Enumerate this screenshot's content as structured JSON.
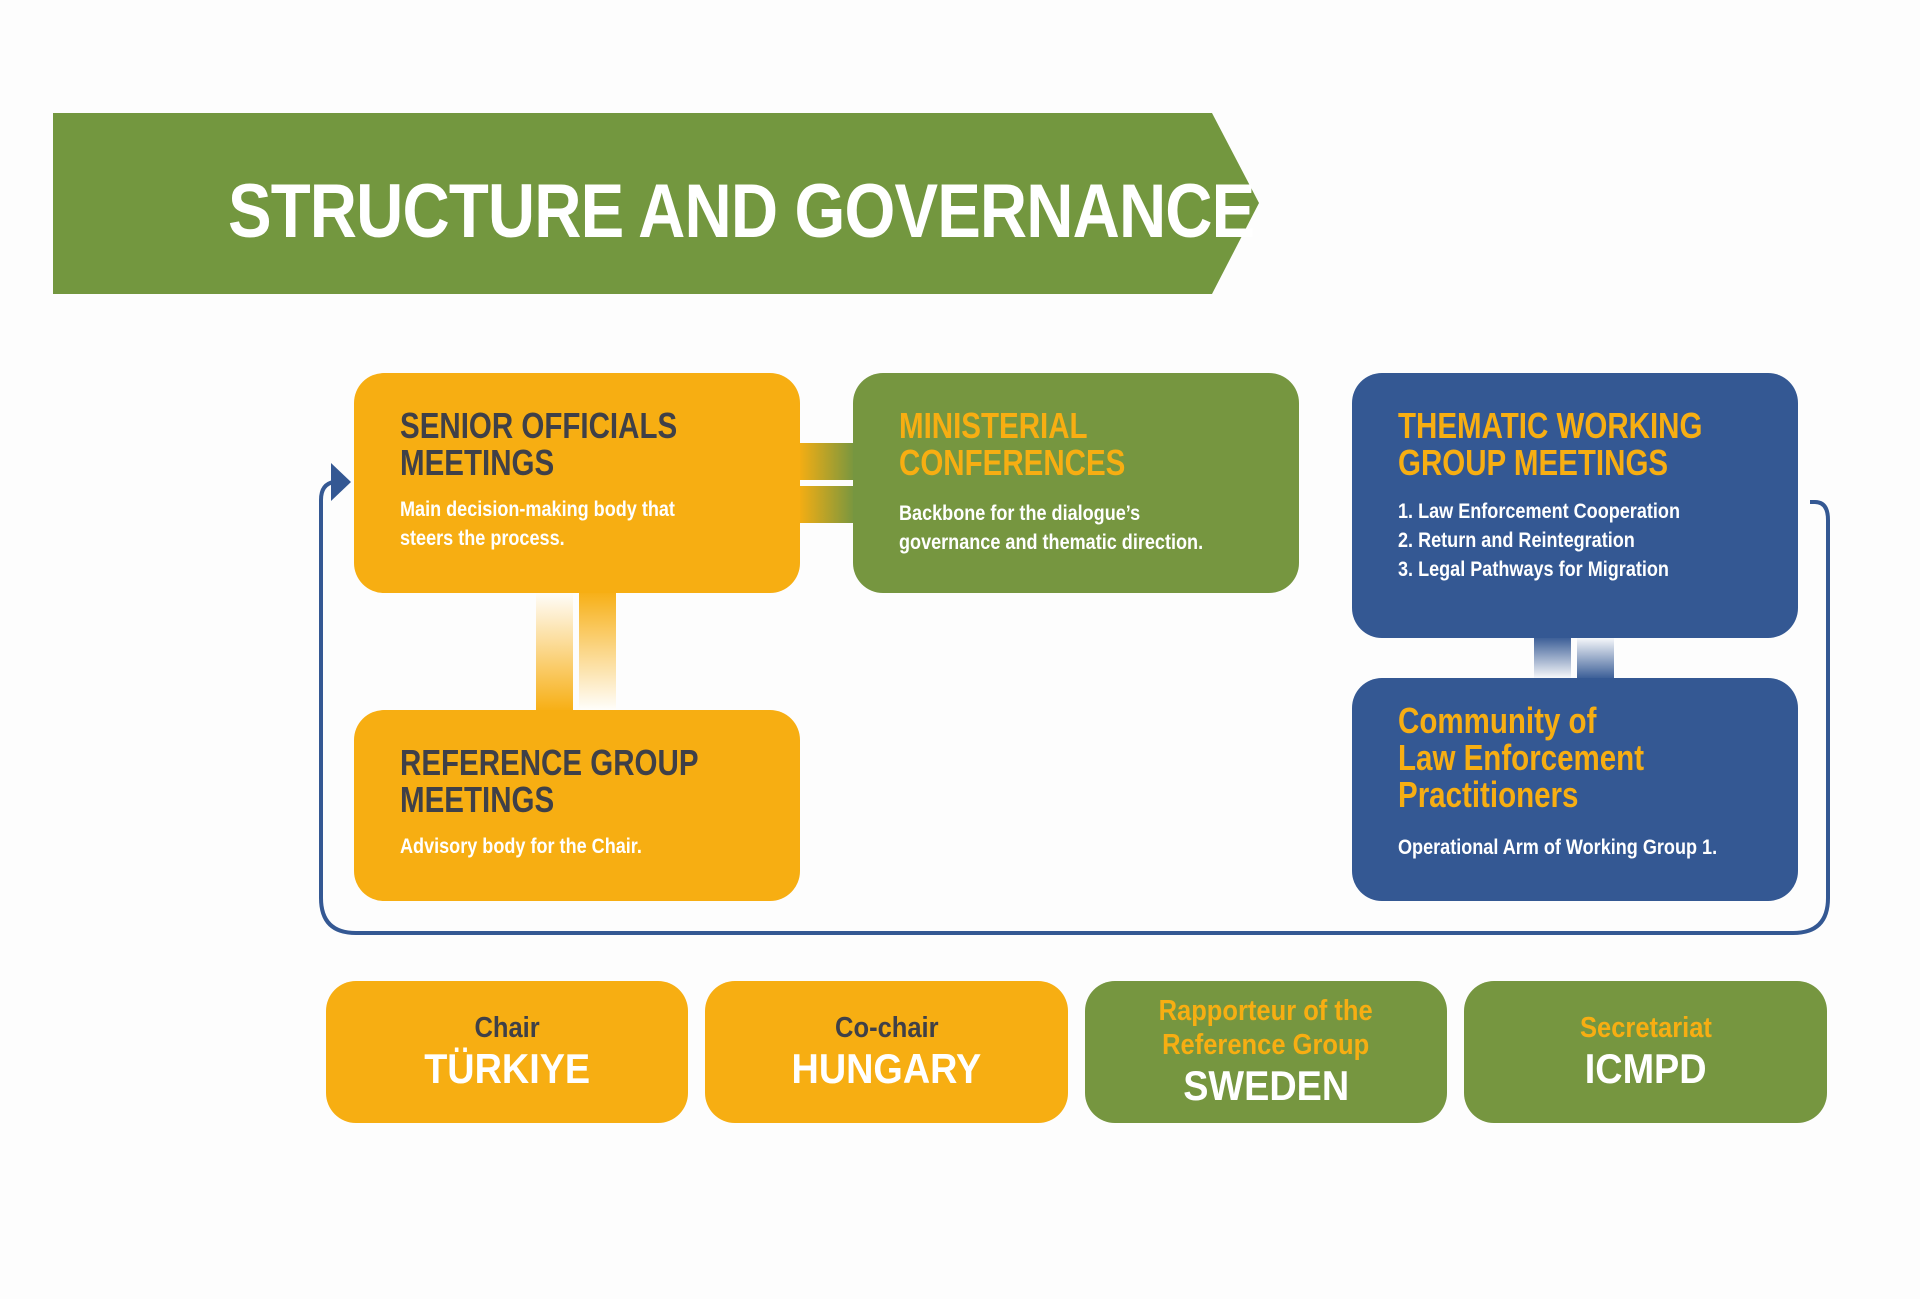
{
  "title": "STRUCTURE AND GOVERNANCE",
  "colors": {
    "orange": "#f7ae12",
    "green": "#769640",
    "blue": "#345893",
    "dark_text": "#3f4048"
  },
  "boxes": {
    "senior": {
      "title_line1": "SENIOR OFFICIALS",
      "title_line2": "MEETINGS",
      "desc_line1": "Main decision-making body that",
      "desc_line2": "steers the process."
    },
    "ministerial": {
      "title_line1": "MINISTERIAL",
      "title_line2": "CONFERENCES",
      "desc_line1": "Backbone for the dialogue’s",
      "desc_line2": "governance and thematic direction."
    },
    "thematic": {
      "title_line1": "THEMATIC WORKING",
      "title_line2": "GROUP MEETINGS",
      "items": [
        "1. Law Enforcement Cooperation",
        "2. Return and Reintegration",
        "3. Legal Pathways for Migration"
      ]
    },
    "reference": {
      "title_line1": "REFERENCE GROUP",
      "title_line2": "MEETINGS",
      "desc_line1": "Advisory body for the Chair."
    },
    "community": {
      "title_line1": "Community of",
      "title_line2": "Law Enforcement",
      "title_line3": "Practitioners",
      "desc_line1": "Operational Arm of Working Group 1."
    }
  },
  "roles": [
    {
      "label": "Chair",
      "value": "TÜRKIYE"
    },
    {
      "label": "Co-chair",
      "value": "HUNGARY"
    },
    {
      "label_line1": "Rapporteur of the",
      "label_line2": "Reference Group",
      "value": "SWEDEN"
    },
    {
      "label": "Secretariat",
      "value": "ICMPD"
    }
  ]
}
